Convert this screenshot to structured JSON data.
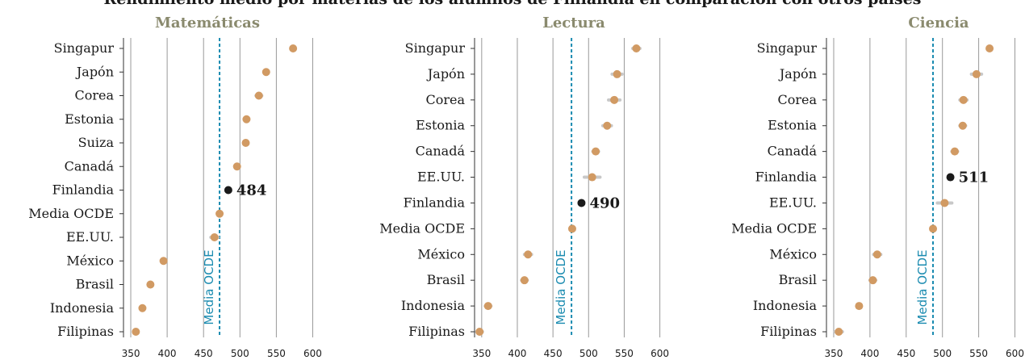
{
  "title": "Rendimiento medio por materias de los alumnos de Finlandia en comparación con otros países",
  "colors": {
    "point": "#d19a63",
    "error_bar": "#c8c8c8",
    "highlight": "#1a1a1a",
    "oecd_line": "#1a8bb0",
    "grid": "#999999",
    "axis": "#333333",
    "panel_title": "#8a8a6e"
  },
  "chart_data": [
    {
      "type": "scatter",
      "title": "Matemáticas",
      "categories": [
        "Singapur",
        "Japón",
        "Corea",
        "Estonia",
        "Suiza",
        "Canadá",
        "Finlandia",
        "Media OCDE",
        "EE.UU.",
        "México",
        "Brasil",
        "Indonesia",
        "Filipinas"
      ],
      "values": [
        573,
        536,
        526,
        509,
        508,
        496,
        484,
        472,
        465,
        395,
        377,
        366,
        357
      ],
      "errors": [
        0,
        0,
        4,
        3,
        0,
        0,
        0,
        0,
        5,
        0,
        0,
        0,
        0
      ],
      "highlight": {
        "category": "Finlandia",
        "value": 484,
        "label": "484"
      },
      "reference_line": {
        "value": 472,
        "label": "Media OCDE"
      },
      "xlim": [
        340,
        605
      ],
      "xticks": [
        350,
        400,
        450,
        500,
        550,
        600
      ],
      "grid": true
    },
    {
      "type": "scatter",
      "title": "Lectura",
      "categories": [
        "Singapur",
        "Japón",
        "Corea",
        "Estonia",
        "Canadá",
        "EE.UU.",
        "Finlandia",
        "Media OCDE",
        "México",
        "Brasil",
        "Indonesia",
        "Filipinas"
      ],
      "values": [
        567,
        540,
        536,
        526,
        510,
        505,
        490,
        477,
        415,
        410,
        359,
        347
      ],
      "errors": [
        5,
        7,
        8,
        6,
        4,
        11,
        0,
        0,
        5,
        4,
        4,
        4
      ],
      "highlight": {
        "category": "Finlandia",
        "value": 490,
        "label": "490"
      },
      "reference_line": {
        "value": 476,
        "label": "Media OCDE"
      },
      "xlim": [
        340,
        605
      ],
      "xticks": [
        350,
        400,
        450,
        500,
        550,
        600
      ],
      "grid": true
    },
    {
      "type": "scatter",
      "title": "Ciencia",
      "categories": [
        "Singapur",
        "Japón",
        "Corea",
        "Estonia",
        "Canadá",
        "Finlandia",
        "EE.UU.",
        "Media OCDE",
        "México",
        "Brasil",
        "Indonesia",
        "Filipinas"
      ],
      "values": [
        565,
        547,
        529,
        528,
        517,
        511,
        503,
        487,
        410,
        404,
        385,
        357
      ],
      "errors": [
        0,
        7,
        5,
        4,
        4,
        0,
        10,
        0,
        5,
        4,
        3,
        5
      ],
      "highlight": {
        "category": "Finlandia",
        "value": 511,
        "label": "511"
      },
      "reference_line": {
        "value": 487,
        "label": "Media OCDE"
      },
      "xlim": [
        340,
        605
      ],
      "xticks": [
        350,
        400,
        450,
        500,
        550,
        600
      ],
      "grid": true
    }
  ]
}
